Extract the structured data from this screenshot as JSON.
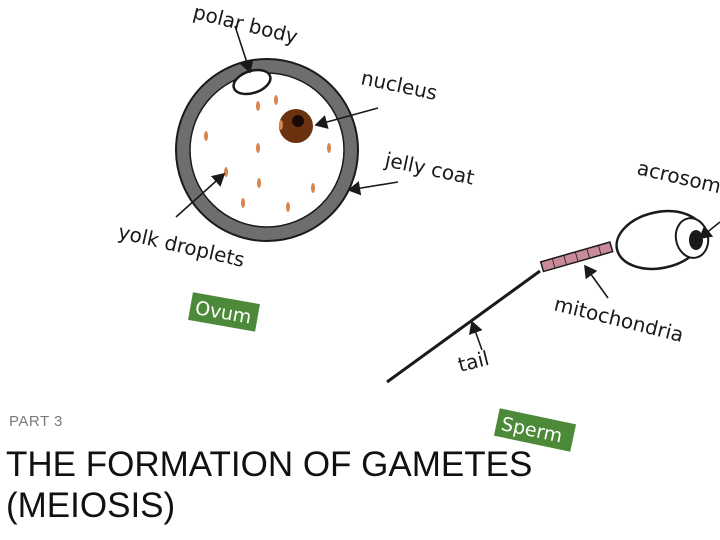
{
  "colors": {
    "cell_outline": "#1a1a1a",
    "jelly_coat": "#6e6e6e",
    "cytoplasm": "#ffffff",
    "nucleus": "#6b3210",
    "nucleolus": "#1a0a04",
    "yolk_droplet": "#d9844a",
    "label_tag_bg": "#4c8a3a",
    "mitochondria": "#c98a9a"
  },
  "diagram": {
    "labels": {
      "polar_body": "polar body",
      "nucleus": "nucleus",
      "jelly_coat": "jelly coat",
      "yolk_droplets": "yolk droplets",
      "acrosome": "acrosome",
      "mitochondria": "mitochondria",
      "tail": "tail"
    },
    "tags": {
      "ovum": "Ovum",
      "sperm": "Sperm"
    }
  },
  "slide": {
    "part_label": "PART 3",
    "title_line1": "THE FORMATION OF GAMETES",
    "title_line2": "(MEIOSIS)"
  }
}
